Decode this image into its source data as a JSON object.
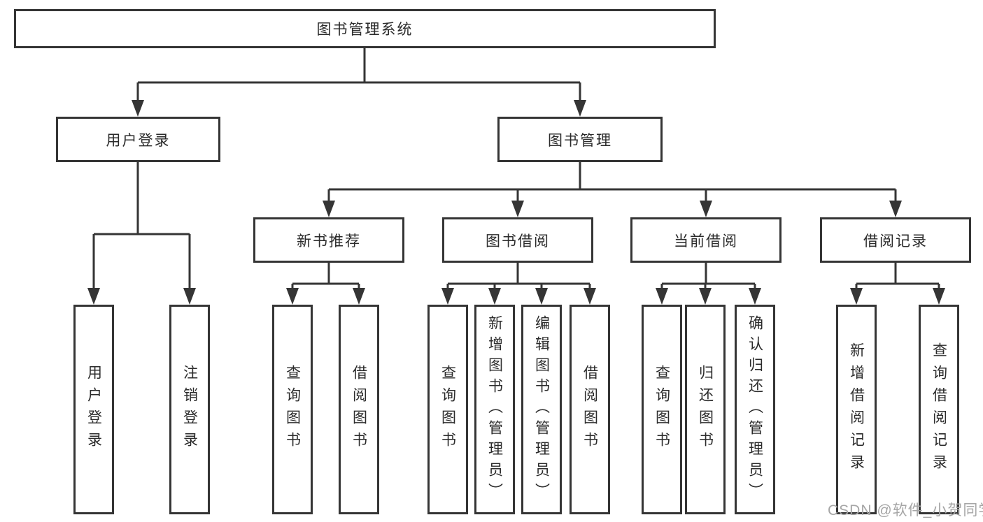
{
  "diagram_type": "tree",
  "tree": {
    "label": "图书管理系统",
    "children": [
      {
        "label": "用户登录",
        "children": [
          {
            "label": "用户登录"
          },
          {
            "label": "注销登录"
          }
        ]
      },
      {
        "label": "图书管理",
        "children": [
          {
            "label": "新书推荐",
            "children": [
              {
                "label": "查询图书"
              },
              {
                "label": "借阅图书"
              }
            ]
          },
          {
            "label": "图书借阅",
            "children": [
              {
                "label": "查询图书"
              },
              {
                "label": "新增图书（管理员）"
              },
              {
                "label": "编辑图书（管理员）"
              },
              {
                "label": "借阅图书"
              }
            ]
          },
          {
            "label": "当前借阅",
            "children": [
              {
                "label": "查询图书"
              },
              {
                "label": "归还图书"
              },
              {
                "label": "确认归还（管理员）"
              }
            ]
          },
          {
            "label": "借阅记录",
            "children": [
              {
                "label": "新增借阅记录"
              },
              {
                "label": "查询借阅记录"
              }
            ]
          }
        ]
      }
    ]
  },
  "watermark": {
    "text": "CSDN @软件_小贺同学"
  },
  "colors": {
    "background": "#ffffff",
    "line": "#353535",
    "box_border": "#353535",
    "text": "#2b2b2b",
    "watermark": "#a6a6a6"
  }
}
